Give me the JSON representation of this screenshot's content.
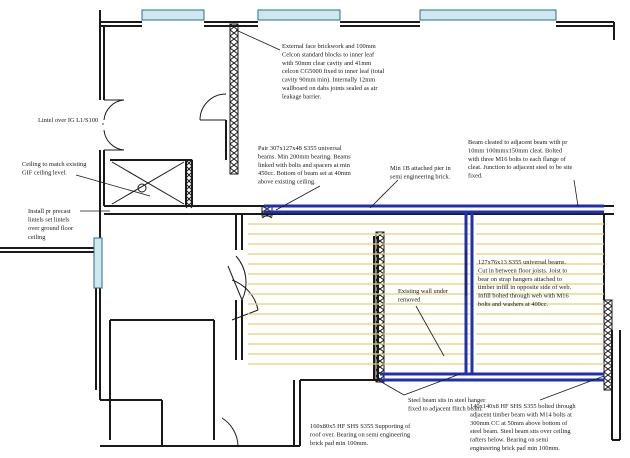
{
  "notes": {
    "external_wall": [
      "External face brickwork and 100mm",
      "Celcon standard blocks to inner leaf",
      "with 50mm clear cavity and 41mm",
      "celcon CG5000 fixed to inner leaf (total",
      "cavity 90mm min). Internally 12mm",
      "wallboard on dabs joints sealed as air",
      "leakage barrier."
    ],
    "lintel": [
      "Lintel over IG L1/S100"
    ],
    "ceiling_match": [
      "Ceiling to match existing",
      "GIF ceiling level."
    ],
    "precast_lintels": [
      "Install pr precast",
      "lintels set lintels",
      "over ground floor",
      "ceiling"
    ],
    "universal_beams": [
      "Pair 307x127x48 S355 universal",
      "beams. Min 200mm bearing. Beams",
      "linked with bolts and spacers at min",
      "450cc.  Bottom of beam set at 40mm",
      "above existing ceiling."
    ],
    "pier": [
      "Min 1B attached pier in",
      "semi engineering brick."
    ],
    "cleated_beam": [
      "Beam cleated to adjacent beam with pr",
      "10mm 100mmx150mm cleat.  Bolted",
      "with three M16 bolts to each flange of",
      "cleat.  Junction to adjacent steel to be site",
      "fixed."
    ],
    "beams_127": [
      "127x76x13 S355 universal beams.",
      "Cut in between floor joists.  Joist to",
      "bear on strap hangers attached to",
      "timber infill in opposite side of web.",
      "Infill bolted through web with M16",
      "bolts and washers at 400cc."
    ],
    "wall_removed": [
      "Existing wall under",
      "removed"
    ],
    "steel_beam_sits": [
      "Steel beam sits in steel hanger",
      "fixed to adjacent flitch beam."
    ],
    "shs_160": [
      "160x80x5 HF SHS S355 Supporting of",
      "roof over. Bearing on semi engineering",
      "brick pad min 100mm."
    ],
    "shs_140": [
      "140x140x8 HF SHS S355 bolted through",
      "adjacent timber beam with M14 bolts at",
      "300mm CC at 50mm above bottom of",
      "steel beam.  Steel beam sits over ceiling",
      "rafters below.  Bearing on semi",
      "engineering brick pad min 100mm."
    ]
  },
  "colors": {
    "wall": "#1a1a1a",
    "steel": "#1f2fb0",
    "joist": "#e8cf72",
    "glazing": "#5aa9c0"
  }
}
